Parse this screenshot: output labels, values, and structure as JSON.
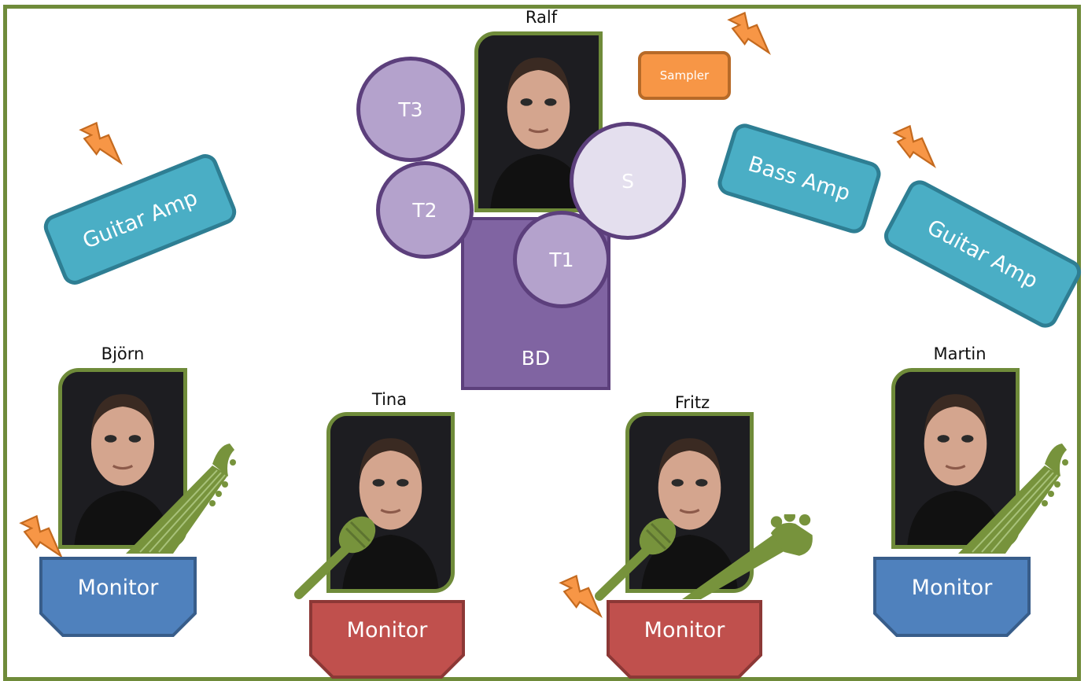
{
  "colors": {
    "stage_border": "#6f8b3a",
    "amp_fill": "#4aaec5",
    "drum_fill": "#b4a2cc",
    "snare_fill": "#e4dfee",
    "bass_drum_fill": "#8064a2",
    "monitor_blue": "#4f81bd",
    "monitor_red": "#c0504d",
    "sampler_fill": "#f79646",
    "instrument_green": "#77933c",
    "power_orange": "#f79646"
  },
  "musicians": {
    "drummer": {
      "name": "Ralf"
    },
    "guitar_left": {
      "name": "Björn"
    },
    "vocalist": {
      "name": "Tina"
    },
    "bass_vocal": {
      "name": "Fritz"
    },
    "guitar_right": {
      "name": "Martin"
    }
  },
  "drums": {
    "tom3": "T3",
    "tom2": "T2",
    "tom1": "T1",
    "snare": "S",
    "bass_drum": "BD"
  },
  "equipment": {
    "sampler": "Sampler",
    "guitar_amp_left": "Guitar Amp",
    "bass_amp": "Bass Amp",
    "guitar_amp_right": "Guitar Amp"
  },
  "monitors": {
    "left": "Monitor",
    "center_left": "Monitor",
    "center_right": "Monitor",
    "right": "Monitor"
  },
  "icons": [
    "power-bolt-icon",
    "guitar-icon",
    "bass-guitar-icon",
    "microphone-icon",
    "portrait-photo"
  ]
}
